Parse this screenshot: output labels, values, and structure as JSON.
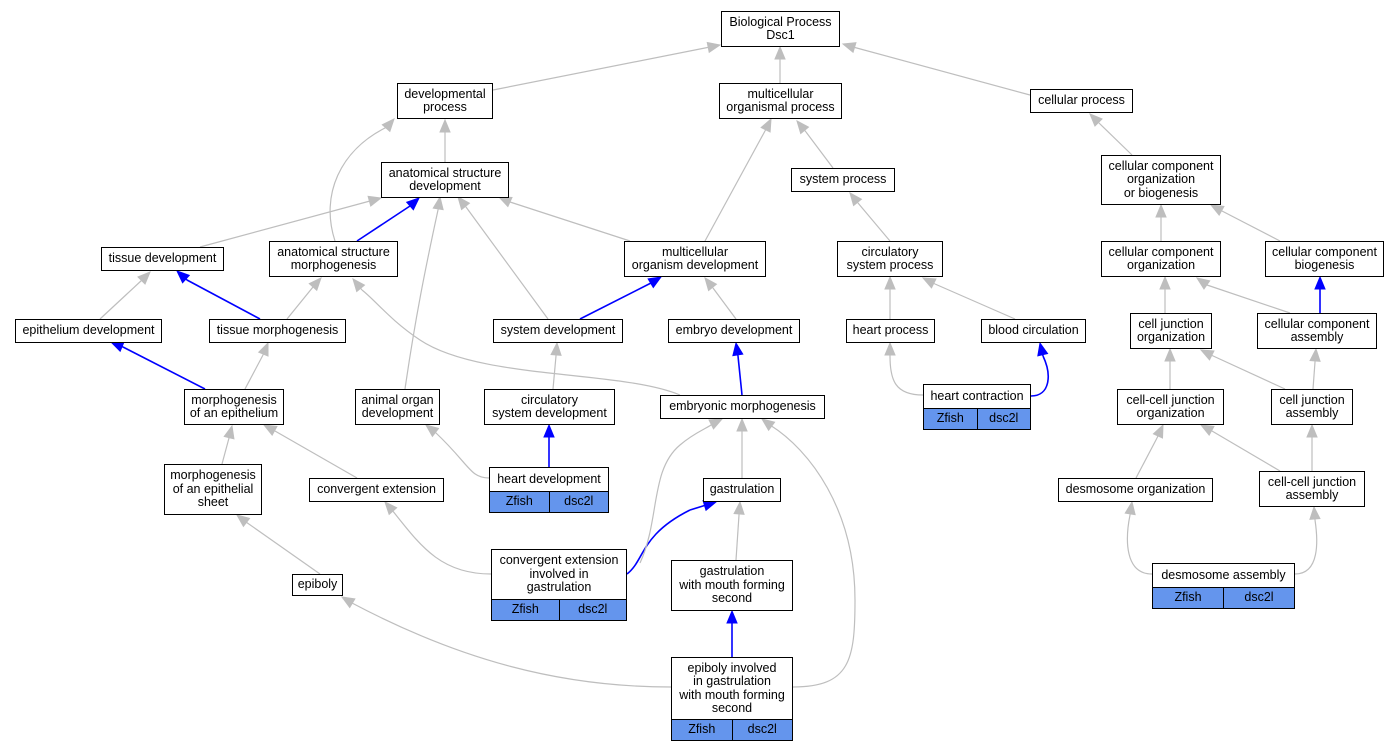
{
  "nodes": {
    "bp": {
      "label": "Biological Process\nDsc1"
    },
    "dev": {
      "label": "developmental\nprocess"
    },
    "mop": {
      "label": "multicellular\norganismal process"
    },
    "cellproc": {
      "label": "cellular process"
    },
    "asd": {
      "label": "anatomical structure\ndevelopment"
    },
    "sysproc": {
      "label": "system process"
    },
    "ccob": {
      "label": "cellular component\norganization\nor biogenesis"
    },
    "tissdev": {
      "label": "tissue development"
    },
    "asm": {
      "label": "anatomical structure\nmorphogenesis"
    },
    "mod": {
      "label": "multicellular\norganism development"
    },
    "circsp": {
      "label": "circulatory\nsystem process"
    },
    "cco": {
      "label": "cellular component\norganization"
    },
    "ccb": {
      "label": "cellular component\nbiogenesis"
    },
    "epidev": {
      "label": "epithelium development"
    },
    "tissmorph": {
      "label": "tissue morphogenesis"
    },
    "sysdev": {
      "label": "system development"
    },
    "embdev": {
      "label": "embryo development"
    },
    "heartproc": {
      "label": "heart process"
    },
    "bloodcirc": {
      "label": "blood circulation"
    },
    "cjo": {
      "label": "cell junction\norganization"
    },
    "cca": {
      "label": "cellular component\nassembly"
    },
    "morphepi": {
      "label": "morphogenesis\nof an epithelium"
    },
    "aod": {
      "label": "animal organ\ndevelopment"
    },
    "circsd": {
      "label": "circulatory\nsystem development"
    },
    "embmorph": {
      "label": "embryonic morphogenesis"
    },
    "heartcontr": {
      "label": "heart contraction",
      "annotation": [
        "Zfish",
        "dsc2l"
      ]
    },
    "ccjo": {
      "label": "cell-cell junction\norganization"
    },
    "cja": {
      "label": "cell junction\nassembly"
    },
    "morphsheet": {
      "label": "morphogenesis\nof an epithelial\nsheet"
    },
    "convext": {
      "label": "convergent extension"
    },
    "heartdev": {
      "label": "heart development",
      "annotation": [
        "Zfish",
        "dsc2l"
      ]
    },
    "gastr": {
      "label": "gastrulation"
    },
    "desmo": {
      "label": "desmosome organization"
    },
    "ccja": {
      "label": "cell-cell junction\nassembly"
    },
    "ceig": {
      "label": "convergent extension\ninvolved in\ngastrulation",
      "annotation": [
        "Zfish",
        "dsc2l"
      ]
    },
    "gmfs": {
      "label": "gastrulation\nwith mouth forming\nsecond"
    },
    "desmoasm": {
      "label": "desmosome assembly",
      "annotation": [
        "Zfish",
        "dsc2l"
      ]
    },
    "epiboly": {
      "label": "epiboly"
    },
    "epig": {
      "label": "epiboly involved\nin gastrulation\nwith mouth forming\nsecond",
      "annotation": [
        "Zfish",
        "dsc2l"
      ]
    }
  },
  "colors": {
    "edge_default": "#bebebe",
    "edge_highlight": "#0000ff",
    "annotation_fill": "#6495ED"
  }
}
